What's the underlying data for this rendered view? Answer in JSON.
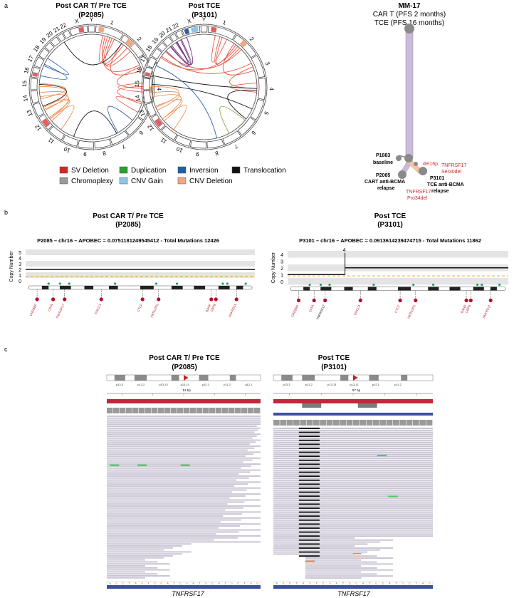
{
  "panel_a": {
    "label": "a",
    "circos_left": {
      "title1": "Post CAR T/ Pre TCE",
      "title2": "(P2085)"
    },
    "circos_right": {
      "title1": "Post TCE",
      "title2": "(P3101)"
    },
    "chromosomes": [
      "1",
      "2",
      "3",
      "4",
      "5",
      "6",
      "7",
      "8",
      "9",
      "10",
      "11",
      "12",
      "13",
      "14",
      "15",
      "16",
      "17",
      "18",
      "19",
      "20",
      "21",
      "22",
      "X",
      "Y"
    ],
    "legend": [
      {
        "label": "SV Deletion",
        "color": "#d62728"
      },
      {
        "label": "Duplication",
        "color": "#2ca02c"
      },
      {
        "label": "Inversion",
        "color": "#1f5fa8"
      },
      {
        "label": "Translocation",
        "color": "#111111"
      },
      {
        "label": "Chromoplexy",
        "color": "#9a9a9a"
      },
      {
        "label": "CNV Gain",
        "color": "#8fc4e8"
      },
      {
        "label": "CNV Deletion",
        "color": "#f4a582"
      }
    ],
    "tree": {
      "patient": "MM-17",
      "line1": "CAR T (PFS 2 months)",
      "line2": "TCE (PFS 16 months)",
      "node_baseline_id": "P1883",
      "node_baseline_label": "baseline",
      "node_p2085_id": "P2085",
      "node_p2085_l1": "CART anti-BCMA",
      "node_p2085_l2": "relapse",
      "node_p3101_id": "P3101",
      "node_p3101_l1": "TCE anti-BCMA",
      "node_p3101_l2": "relapse",
      "del16p": "del16p",
      "tnf_a1": "TNFRSF17",
      "tnf_a2": "Ser30del",
      "tnf_b1": "TNFRSF17",
      "tnf_b2": "Pro34del",
      "trunk_color": "#c9bcd9",
      "branch_color": "#f3c4a6",
      "node_color": "#8a8a8a"
    }
  },
  "panel_b": {
    "label": "b",
    "left": {
      "title1": "Post CAR T/ Pre TCE",
      "title2": "(P2085)",
      "stats": "P2085 – chr16 –  APOBEC = 0.0751181249545412  - Total Mutations  12426",
      "yticks": [
        "5",
        "4",
        "3",
        "2",
        "1",
        "0"
      ],
      "ylabel": "Copy Number",
      "genes": [
        "CREBBP",
        "CIITA",
        "TNFRSF17",
        "ERCC4",
        "CTCF",
        "HERC2P2",
        "BANP",
        "CBFB",
        "ANKRD11"
      ]
    },
    "right": {
      "title1": "Post TCE",
      "title2": "(P3101)",
      "stats": "P3101 – chr16 –  APOBEC = 0.0913614239474715  - Total Mutations  11862",
      "yticks": [
        "4",
        "3",
        "2",
        "1",
        "0"
      ],
      "ylabel": "Copy Number",
      "marker": "4",
      "genes": [
        "CREBBP",
        "CIITA",
        "TNFRSF17",
        "ERCC4",
        "CTCF",
        "HERC2P2",
        "BANP",
        "CBFB",
        "ANKRD11"
      ]
    }
  },
  "panel_c": {
    "label": "c",
    "left": {
      "title1": "Post CAR T/ Pre TCE",
      "title2": "(P2085)",
      "gene": "TNFRSF17",
      "bands": [
        "p13.3",
        "p13.2",
        "p13.13",
        "p13.11",
        "p12.1",
        "p11.2",
        "q12.1"
      ],
      "bp": "51 bp"
    },
    "right": {
      "title1": "Post TCE",
      "title2": "(P3101)",
      "gene": "TNFRSF17",
      "bands": [
        "p13.3",
        "p13.2",
        "p13.13",
        "p13.11",
        "p12.1",
        "p11.2"
      ],
      "bp": "57 bp"
    },
    "read_color": "#c8c3d3",
    "ref_color": "#3b4fa0"
  }
}
